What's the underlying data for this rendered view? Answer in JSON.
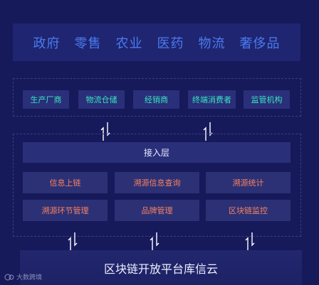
{
  "industries": [
    "政府",
    "零售",
    "农业",
    "医药",
    "物流",
    "奢侈品"
  ],
  "roles": [
    "生产厂商",
    "物流仓储",
    "经销商",
    "终端消费者",
    "监管机构"
  ],
  "access_layer": "接入层",
  "functions": [
    "信息上链",
    "溯源信息查询",
    "溯源统计",
    "溯源环节管理",
    "品牌管理",
    "区块链监控"
  ],
  "platform": "区块链开放平台库信云",
  "watermark": "大数跨境",
  "colors": {
    "background": "#16195a",
    "industry_text": "#4b7bf0",
    "role_text": "#37e5c0",
    "function_text": "#f7815f",
    "light_text": "#e9ecff"
  }
}
